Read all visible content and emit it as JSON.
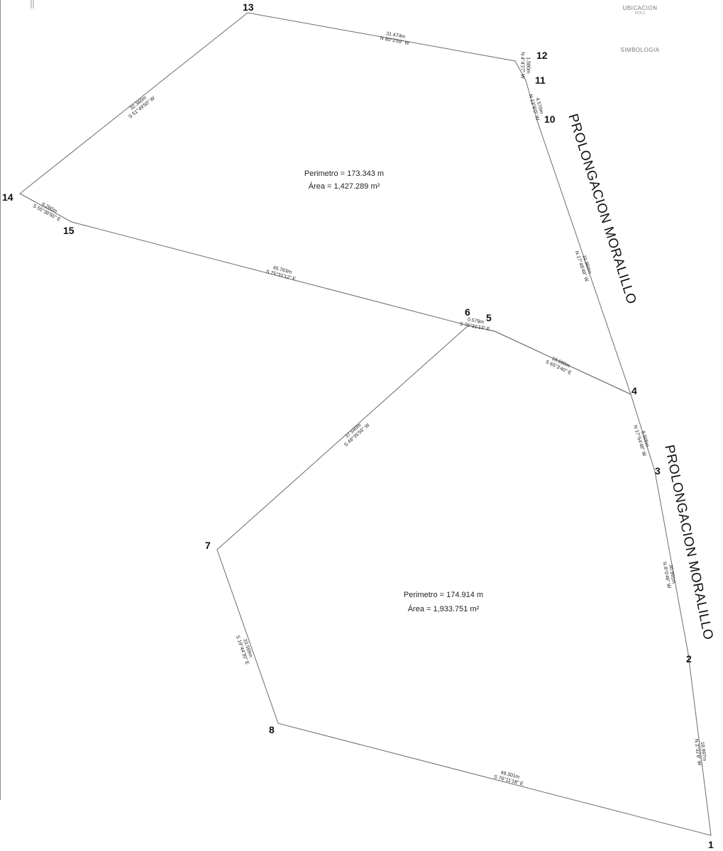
{
  "corner": {
    "ubicacion": "UBICACION",
    "ubicacion_sub": "PIOLS",
    "simbologia": "SIMBOLOGIA"
  },
  "streets": [
    {
      "text": "PROLONGACION MORALILLO"
    },
    {
      "text": "PROLONGACION MORALILLO"
    }
  ],
  "vertices": [
    {
      "id": "1",
      "label": "1"
    },
    {
      "id": "2",
      "label": "2"
    },
    {
      "id": "3",
      "label": "3"
    },
    {
      "id": "4",
      "label": "4"
    },
    {
      "id": "5",
      "label": "5"
    },
    {
      "id": "6",
      "label": "6"
    },
    {
      "id": "7",
      "label": "7"
    },
    {
      "id": "8",
      "label": "8"
    },
    {
      "id": "10",
      "label": "10"
    },
    {
      "id": "11",
      "label": "11"
    },
    {
      "id": "12",
      "label": "12"
    },
    {
      "id": "13",
      "label": "13"
    },
    {
      "id": "14",
      "label": "14"
    },
    {
      "id": "15",
      "label": "15"
    }
  ],
  "segments": [
    {
      "length": "31.474m",
      "bearing": "N 80°3'59\" W"
    },
    {
      "length": "1.580m",
      "bearing": "N 4°4'27\" W"
    },
    {
      "length": "4.570m",
      "bearing": "N 13°9'0\" W"
    },
    {
      "length": "31.984m",
      "bearing": "N 17°49'49\" W"
    },
    {
      "length": "32.360m",
      "bearing": "S 51°49'50\" W"
    },
    {
      "length": "6.260m",
      "bearing": "S 55°38'55\" E"
    },
    {
      "length": "45.763m",
      "bearing": "S 75°31'12\" E"
    },
    {
      "length": "0.579m",
      "bearing": "S 75°31'13\" E"
    },
    {
      "length": "18.690m",
      "bearing": "S 65°3'40\" E"
    },
    {
      "length": "8.505m",
      "bearing": "N 17°54'48\" W"
    },
    {
      "length": "30.991m",
      "bearing": "N 8°0'46\" W"
    },
    {
      "length": "18.997m",
      "bearing": "N 3°32'8\" W"
    },
    {
      "length": "49.301m",
      "bearing": "S 76°11'18\" E"
    },
    {
      "length": "33.559m",
      "bearing": "S 19°44'30\" E"
    },
    {
      "length": "37.540m",
      "bearing": "S 49°35'55\" W"
    }
  ],
  "lots": [
    {
      "perimeter": "Perimetro = 173.343 m",
      "area": "Área = 1,427.289 m²"
    },
    {
      "perimeter": "Perimetro = 174.914 m",
      "area": "Área = 1,933.751 m²"
    }
  ]
}
